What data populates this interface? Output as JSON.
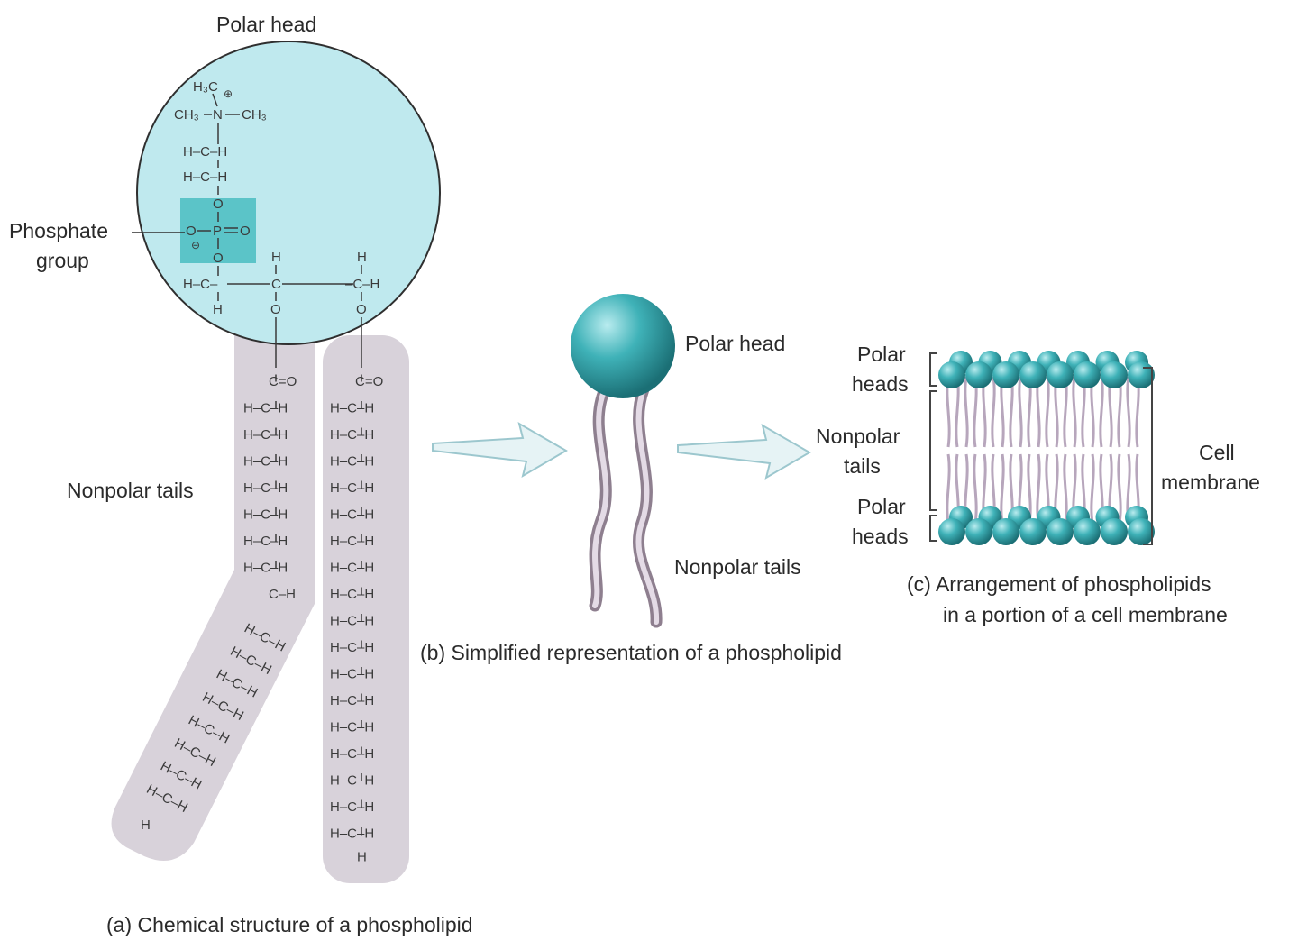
{
  "panel_a": {
    "polar_head": "Polar head",
    "phosphate_line1": "Phosphate",
    "phosphate_line2": "group",
    "nonpolar_tails": "Nonpolar tails",
    "caption": "(a) Chemical structure of a phospholipid",
    "chem": {
      "h3c": "H₃C",
      "charge_plus": "⊕",
      "charge_minus": "⊖",
      "n_row_left": "CH₃",
      "n_row_mid": "N",
      "n_row_right": "CH₃",
      "hch": "H–C–H",
      "o": "O",
      "h": "H",
      "p_row_left": "O",
      "p_row_mid": "P",
      "p_row_right": "O",
      "glycerol_left": "H–C–",
      "glycerol_mid": "C",
      "glycerol_right": "–C–H",
      "c_o": "C=O",
      "ch": "C–H"
    }
  },
  "panel_b": {
    "polar_head": "Polar head",
    "nonpolar_tails": "Nonpolar tails",
    "caption": "(b) Simplified representation of a phospholipid"
  },
  "panel_c": {
    "polar_heads_top_1": "Polar",
    "polar_heads_top_2": "heads",
    "nonpolar_1": "Nonpolar",
    "nonpolar_2": "tails",
    "polar_heads_bot_1": "Polar",
    "polar_heads_bot_2": "heads",
    "cell_1": "Cell",
    "cell_2": "membrane",
    "caption_1": "(c) Arrangement of phospholipids",
    "caption_2": "in a portion of a cell membrane"
  },
  "colors": {
    "head_fill": "#bfe9ee",
    "phosphate_fill": "#5bc4c8",
    "tail_fill": "#d8d2da",
    "bead": "#2a9aa1",
    "arrow_fill": "#e6f3f5",
    "arrow_stroke": "#9cc7ce"
  }
}
